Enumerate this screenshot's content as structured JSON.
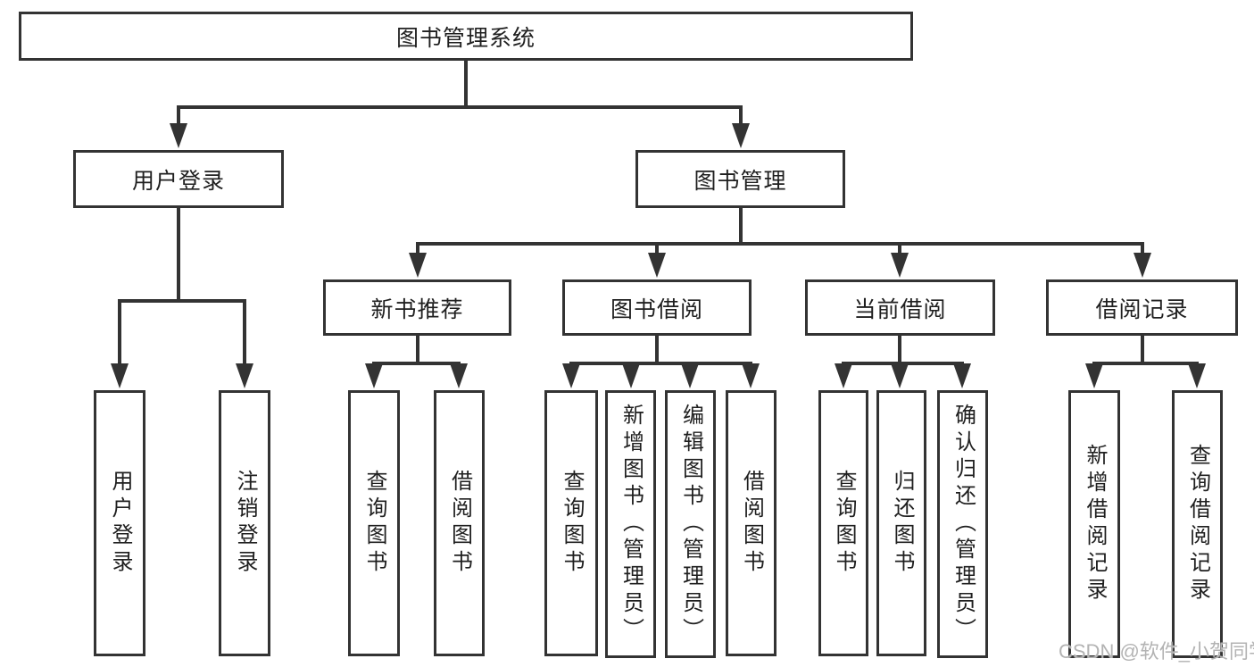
{
  "title": "图书管理系统",
  "colors": {
    "line": "#333333",
    "text": "#1f1f1f",
    "box_background": "#ffffff",
    "watermark": "#b3b3b3"
  },
  "watermark": "CSDN @软件_小贺同学",
  "root": {
    "label": "图书管理系统",
    "children": [
      {
        "label": "用户登录",
        "children": [
          {
            "label": "用户登录"
          },
          {
            "label": "注销登录"
          }
        ]
      },
      {
        "label": "图书管理",
        "children": [
          {
            "label": "新书推荐",
            "children": [
              {
                "label": "查询图书"
              },
              {
                "label": "借阅图书"
              }
            ]
          },
          {
            "label": "图书借阅",
            "children": [
              {
                "label": "查询图书"
              },
              {
                "label": "新增图书（管理员）"
              },
              {
                "label": "编辑图书（管理员）"
              },
              {
                "label": "借阅图书"
              }
            ]
          },
          {
            "label": "当前借阅",
            "children": [
              {
                "label": "查询图书"
              },
              {
                "label": "归还图书"
              },
              {
                "label": "确认归还（管理员）"
              }
            ]
          },
          {
            "label": "借阅记录",
            "children": [
              {
                "label": "新增借阅记录"
              },
              {
                "label": "查询借阅记录"
              }
            ]
          }
        ]
      }
    ]
  }
}
